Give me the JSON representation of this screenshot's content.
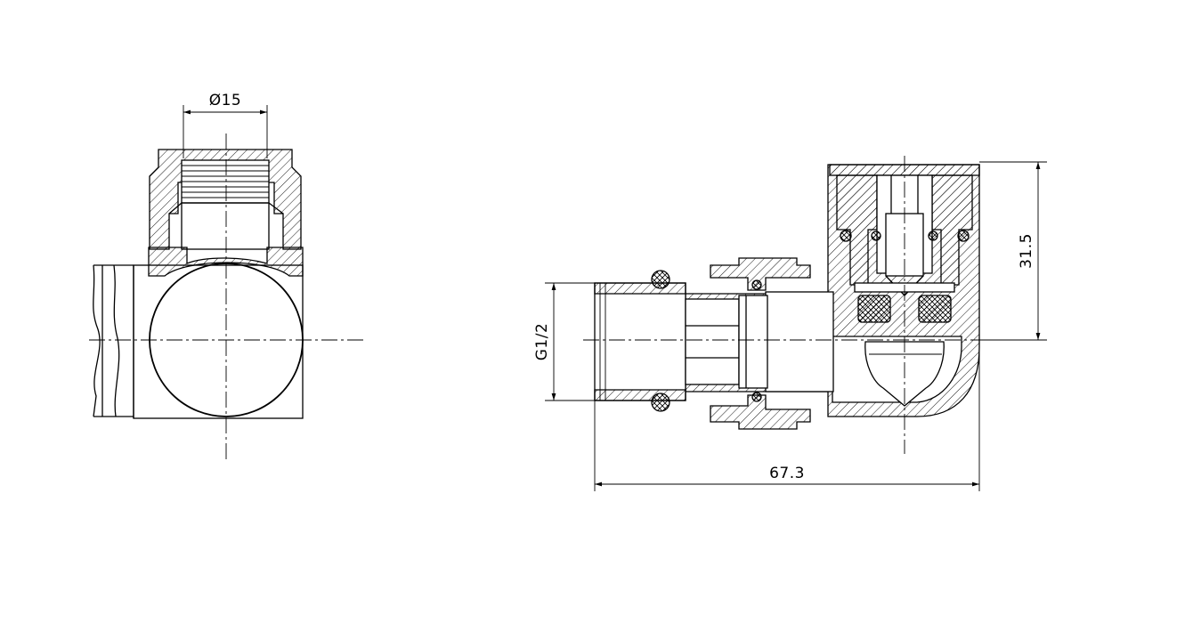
{
  "dimensions": {
    "top_diameter": "Ø15",
    "thread": "G1/2",
    "overall_length": "67.3",
    "height": "31.5"
  },
  "colors": {
    "line": "#000000",
    "background": "#ffffff"
  }
}
